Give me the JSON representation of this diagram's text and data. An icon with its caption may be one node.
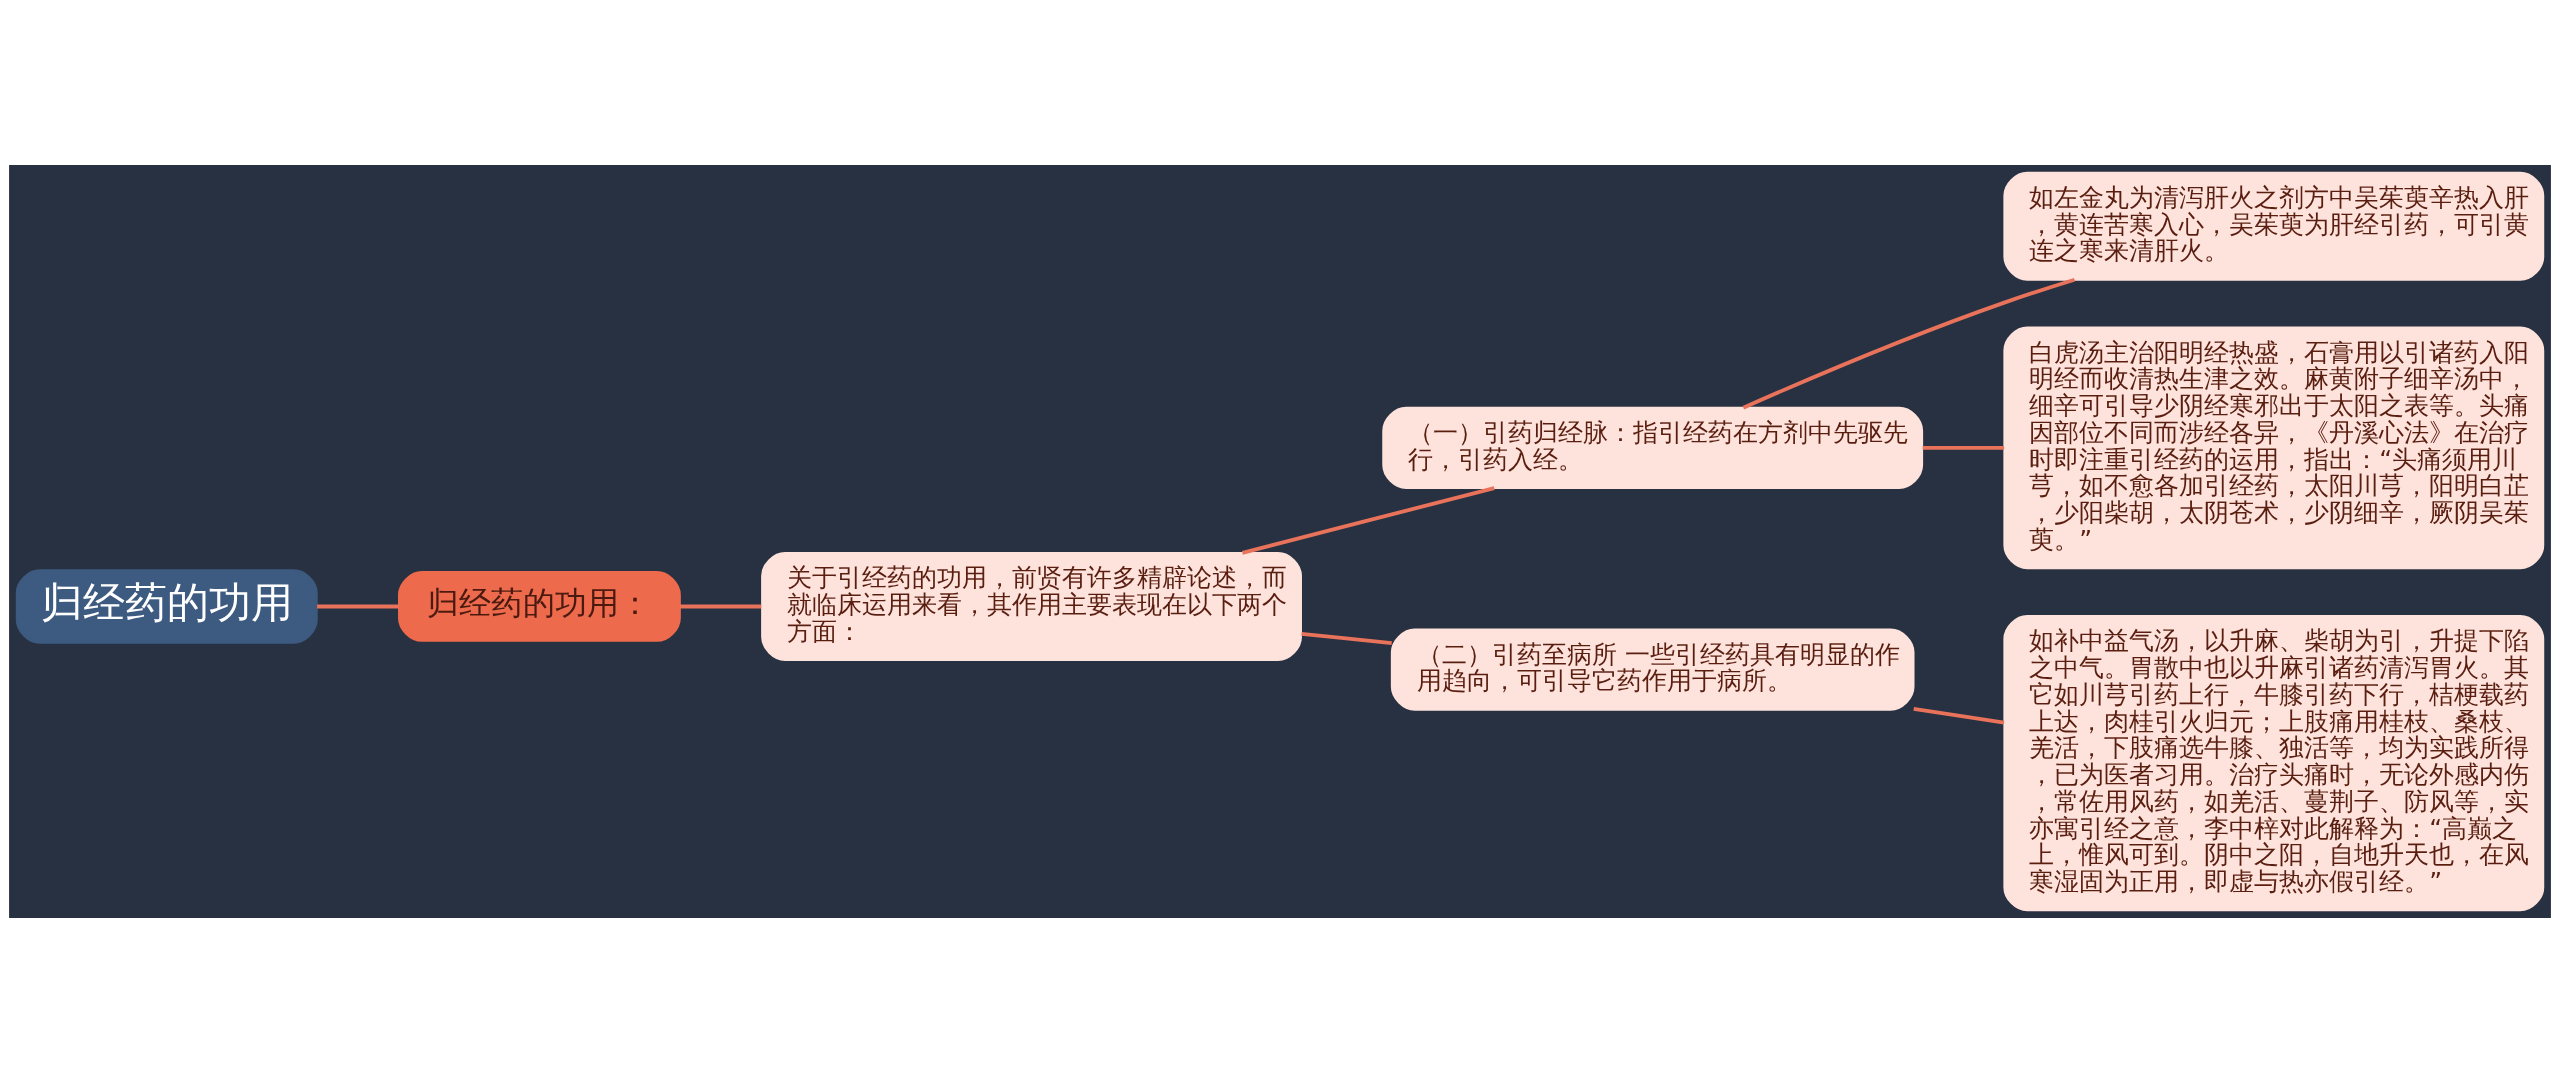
{
  "diagram": {
    "nodes": [
      {
        "text": [
          "归经药的功用"
        ]
      },
      {
        "text": [
          "归经药的功用："
        ]
      },
      {
        "text": [
          "关于引经药的功用，前贤有许多精辟论述，而就临床运用来看，其作用主要表现在以下两个方面："
        ]
      },
      {
        "text": [
          "（一）引药归经脉：指引经药在方剂中先驱先行，引药入经。"
        ]
      },
      {
        "text": [
          "（二）引药至病所 一些引经药具有明显的作用趋向，可引导它药作用于病所。"
        ]
      },
      {
        "text": [
          "如左金丸为清泻肝火之剂方中吴茱萸辛热入肝，黄连苦寒入心，吴茱萸为肝经引药，可引黄连之寒来清肝火。"
        ]
      },
      {
        "text": [
          "白虎汤主治阳明经热盛，石膏用以引诸药入阳明经而收清热生津之效。麻黄附子细辛汤中，细辛可引导少阴经寒邪出于太阳之表等。头痛因部位不同而涉经各异，《丹溪心法》在治疗时即注重引经药的运用，指出：“头痛须用川芎，如不愈各加引经药，太阳川芎，阳明白芷，少阳柴胡，太阴苍术，少阴细辛，厥阴吴茱萸。”"
        ]
      },
      {
        "text": [
          "如补中益气汤，以升麻、柴胡为引，升提下陷之中气。胃散中也以升麻引诸药清泻胃火。其它如川芎引药上行，牛膝引药下行，桔梗载药上达，肉桂引火归元；上肢痛用桂枝、桑枝、羌活，下肢痛选牛膝、独活等，均为实践所得，已为医者习用。治疗头痛时，无论外感内伤，常佐用风药，如羌活、蔓荆子、防风等，实亦寓引经之意，李中梓对此解释为：“高巅之上，惟风可到。阴中之阳，自地升天也，在风寒湿固为正用，即虚与热亦假引经。”"
        ]
      }
    ],
    "edges": [
      {
        "from": 0,
        "to": 1,
        "arrow": "none"
      },
      {
        "from": 1,
        "to": 2,
        "arrow": "none"
      },
      {
        "from": 2,
        "to": 3,
        "arrow": "none"
      },
      {
        "from": 2,
        "to": 4,
        "arrow": "none"
      },
      {
        "from": 3,
        "to": 5,
        "arrow": "none"
      },
      {
        "from": 3,
        "to": 6,
        "arrow": "none"
      },
      {
        "from": 4,
        "to": 7,
        "arrow": "none"
      }
    ]
  }
}
